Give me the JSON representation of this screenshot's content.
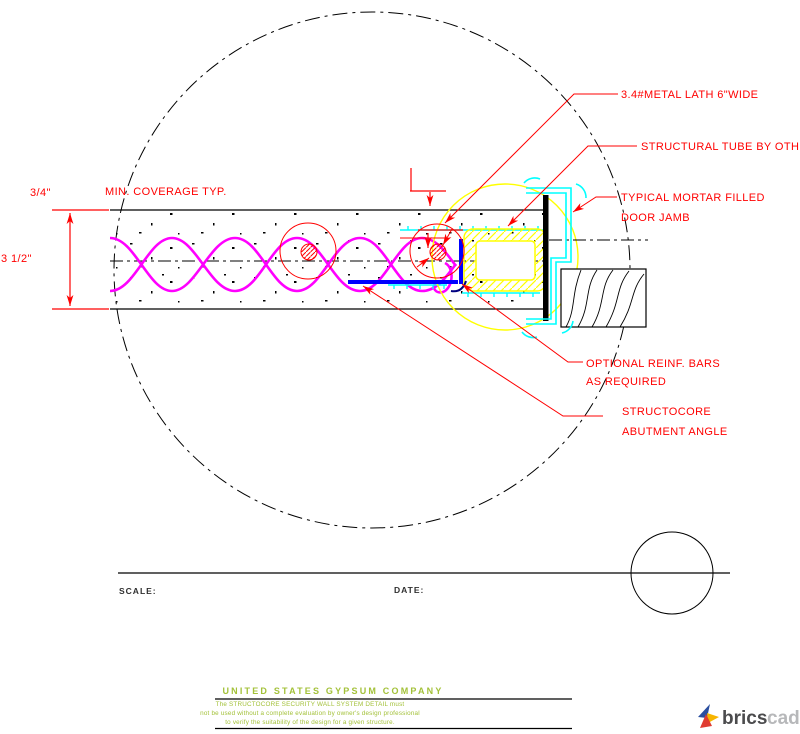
{
  "drawing": {
    "type": "cad-detail",
    "subject": "Structocore security wall door jamb detail"
  },
  "annotations": {
    "dim_min_coverage": "3/4\"",
    "min_coverage": "MIN. COVERAGE TYP.",
    "dim_wall_thickness": "3 1/2\"",
    "metal_lath": "3.4#METAL LATH 6\"WIDE",
    "structural_tube": "STRUCTURAL TUBE BY OTHERS",
    "mortar_jamb_line1": "TYPICAL MORTAR FILLED",
    "mortar_jamb_line2": "DOOR JAMB",
    "reinf_bars_line1": "OPTIONAL REINF. BARS",
    "reinf_bars_line2": "AS REQUIRED",
    "abutment_line1": "STRUCTOCORE",
    "abutment_line2": "ABUTMENT ANGLE"
  },
  "footer": {
    "scale_label": "SCALE:",
    "date_label": "DATE:"
  },
  "title_block": {
    "company": "UNITED STATES GYPSUM COMPANY",
    "disclaimer_line1": "The STRUCTOCORE SECURITY WALL SYSTEM DETAIL must",
    "disclaimer_line2": "not be used without a complete evaluation by owner's design professional",
    "disclaimer_line3": "to verify the suitability of the design for a given structure."
  },
  "logo": {
    "brand_dark": "brics",
    "brand_light": "cad"
  },
  "colors": {
    "annotation_red": "#FF0000",
    "lath_magenta": "#FF00FF",
    "tube_yellow": "#FFFF00",
    "jamb_cyan": "#00FFFF",
    "angle_blue": "#0000FF",
    "angle_bend_navy": "#000080",
    "line_black": "#000000",
    "title_green": "#A3C139",
    "logo_text_dark": "#4b4b4d",
    "logo_text_light": "#b7b8ba",
    "logo_icon_blue": "#2a4fa0",
    "logo_icon_yellow": "#f7b500",
    "logo_icon_red": "#e03c31"
  }
}
